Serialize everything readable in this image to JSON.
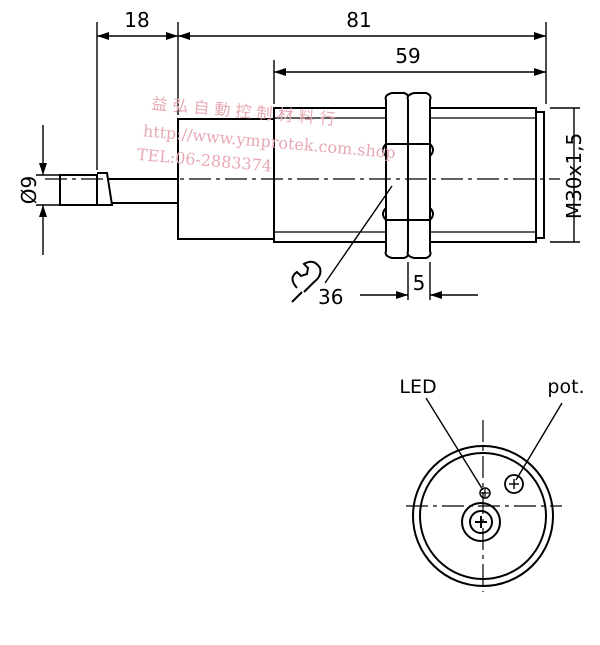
{
  "dimensions": {
    "cable_length": "18",
    "overall_length": "81",
    "thread_length": "59",
    "cable_diameter": "Ø9",
    "thread_size": "M30x1,5",
    "wrench_size": "36",
    "nut_thickness": "5"
  },
  "labels": {
    "led": "LED",
    "pot": "pot."
  },
  "watermark": {
    "line1": "益 弘 自 動 控 制 材 料 行",
    "line2": "http://www.ymprotek.com.shop",
    "line3": "TEL:06-2883374"
  },
  "colors": {
    "line": "#000000",
    "watermark": "#e7a9b3"
  }
}
